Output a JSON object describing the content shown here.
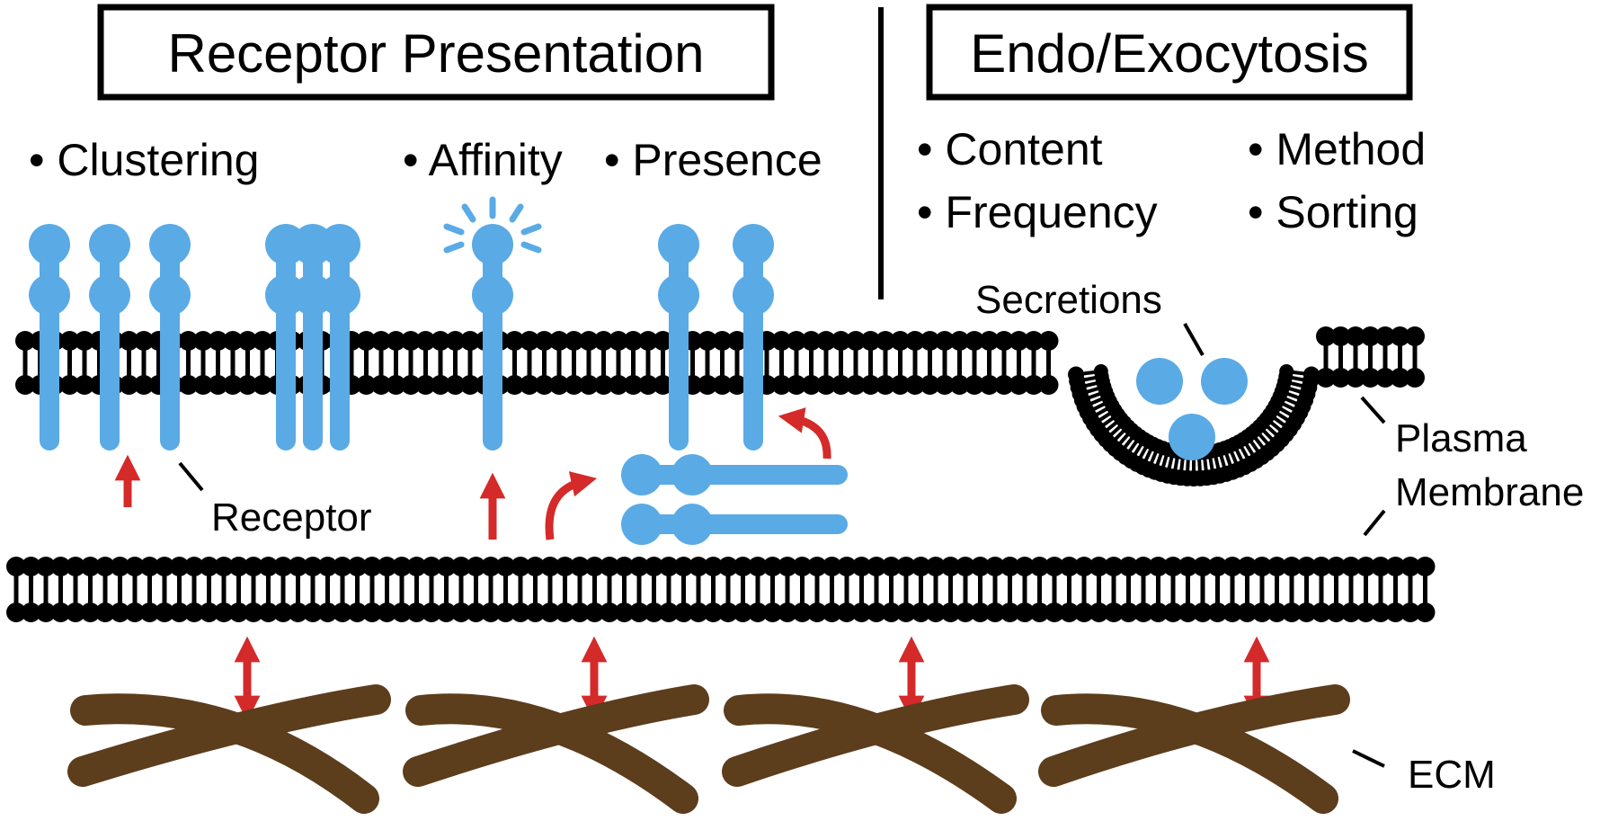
{
  "headers": {
    "left_title": "Receptor Presentation",
    "right_title": "Endo/Exocytosis"
  },
  "bullets": {
    "clustering": "• Clustering",
    "affinity": "• Affinity",
    "presence": "• Presence",
    "content": "• Content",
    "frequency": "• Frequency",
    "method": "• Method",
    "sorting": "• Sorting"
  },
  "labels": {
    "receptor": "Receptor",
    "secretions": "Secretions",
    "plasma_line1": "Plasma",
    "plasma_line2": "Membrane",
    "ecm": "ECM"
  },
  "colors": {
    "receptor": "#5aaae6",
    "membrane": "#000000",
    "arrow": "#d42a2a",
    "ecm": "#5c3d1c"
  }
}
